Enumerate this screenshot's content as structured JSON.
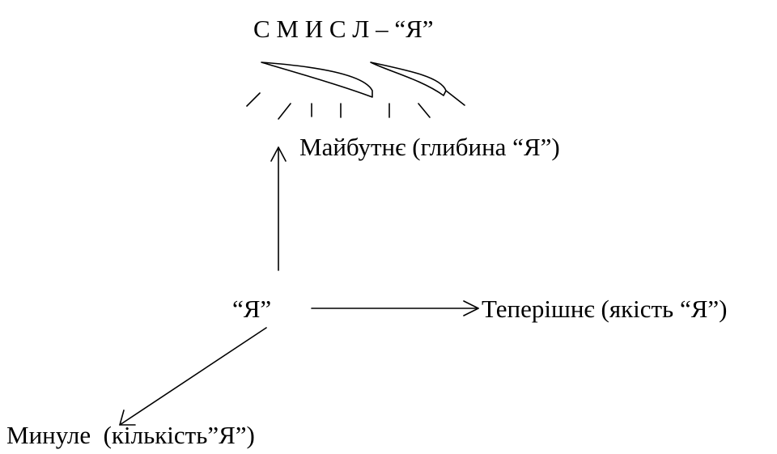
{
  "diagram": {
    "title": "С М И С Л – “Я”",
    "future_label": "Майбутнє (глибина “Я”)",
    "self_label": "“Я”",
    "present_label": "Теперішнє (якість “Я”)",
    "past_label": "Минуле  (кількість”Я”)"
  },
  "colors": {
    "ink": "#000000",
    "background": "#ffffff"
  }
}
